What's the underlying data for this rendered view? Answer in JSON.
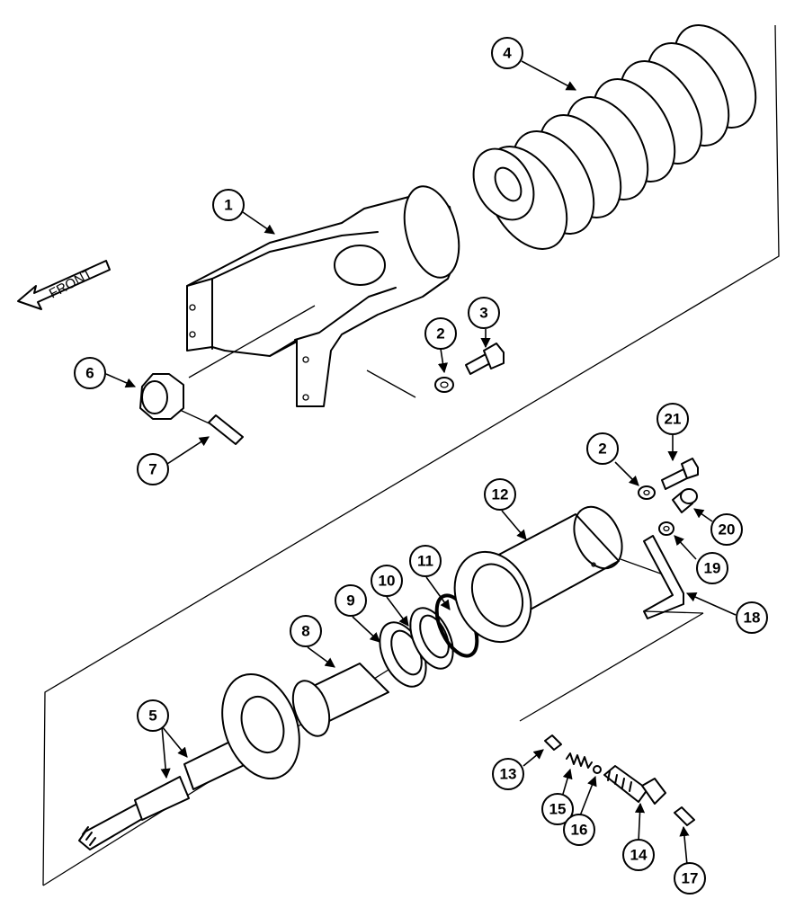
{
  "diagram": {
    "front_label": "FRONT",
    "callouts": [
      "1",
      "2",
      "3",
      "4",
      "5",
      "6",
      "7",
      "8",
      "9",
      "10",
      "11",
      "12",
      "2",
      "21",
      "20",
      "19",
      "18",
      "13",
      "15",
      "16",
      "14",
      "17"
    ]
  }
}
